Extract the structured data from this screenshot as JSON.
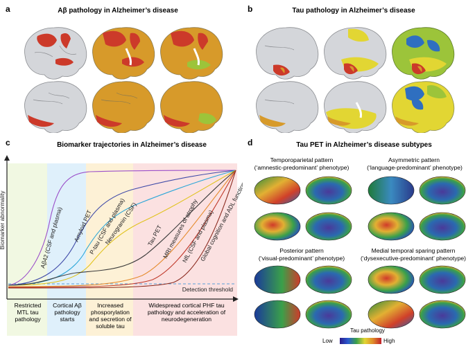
{
  "panels": {
    "a": {
      "label": "a",
      "title": "Aβ pathology in Alzheimer’s disease"
    },
    "b": {
      "label": "b",
      "title": "Tau pathology in Alzheimer’s disease"
    },
    "c": {
      "label": "c",
      "title": "Biomarker trajectories in Alzheimer’s disease"
    },
    "d": {
      "label": "d",
      "title": "Tau PET in Alzheimer’s disease subtypes"
    }
  },
  "chart": {
    "ylabel": "Biomarker abnormality",
    "threshold_label": "Detection threshold",
    "curves": [
      {
        "name": "Aβ42 (CSF and plasma)",
        "color": "#9b4fc9"
      },
      {
        "name": "Amyloid PET",
        "color": "#3f4aa8"
      },
      {
        "name": "P-tau (CSF and plasma)",
        "color": "#2aa6d8"
      },
      {
        "name": "Neurogranin (CSF)",
        "color": "#e0c21a"
      },
      {
        "name": "Tau PET",
        "color": "#3a3a3a"
      },
      {
        "name": "MRI measures of atrophy",
        "color": "#e58a2b"
      },
      {
        "name": "NfL (CSF and plasma)",
        "color": "#c0392b"
      },
      {
        "name": "Global cognition and ADL function",
        "color": "#8b2a1f"
      }
    ],
    "stages": [
      {
        "label": "Restricted MTL tau pathology",
        "color": "#f1f8e2"
      },
      {
        "label": "Cortical Aβ pathology starts",
        "color": "#dff0fb"
      },
      {
        "label": "Increased phosporylation and secretion of soluble tau",
        "color": "#fdf1d6"
      },
      {
        "label": "Widespread cortical PHF tau pathology and acceleration of neurodegeneration",
        "color": "#fbe1e1"
      }
    ]
  },
  "subtypes": [
    {
      "name": "Temporoparietal pattern",
      "phenotype": "(‘amnestic-predominant’ phenotype)"
    },
    {
      "name": "Asymmetric pattern",
      "phenotype": "(‘language-predominant’ phenotype)"
    },
    {
      "name": "Posterior pattern",
      "phenotype": "(‘visual-predominant’ phenotype)"
    },
    {
      "name": "Medial temporal sparing pattern",
      "phenotype": "(‘dysexecutive-predominant’ phenotype)"
    }
  ],
  "colorbar": {
    "title": "Tau pathology",
    "low": "Low",
    "high": "High"
  },
  "colors": {
    "brain_gray": "#d4d6da",
    "red": "#cc3a2a",
    "orange": "#d79a2a",
    "yellow": "#e2d633",
    "green": "#9cc43a",
    "blue": "#2f6fc0"
  }
}
